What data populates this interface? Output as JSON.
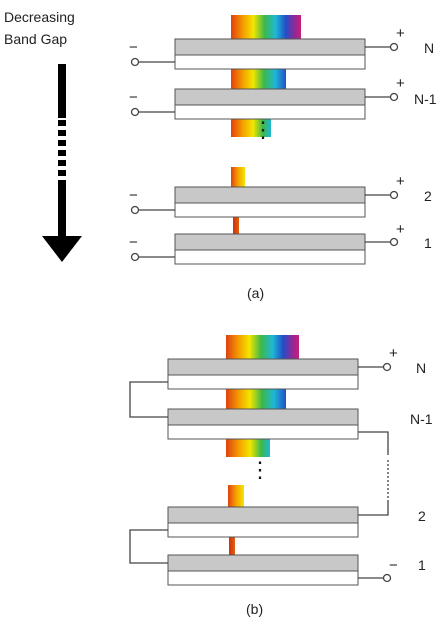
{
  "title_line1": "Decreasing",
  "title_line2": "Band Gap",
  "panel_a": {
    "caption": "(a)",
    "cell_labels": [
      "N",
      "N-1",
      "2",
      "1"
    ],
    "plus_sign": "+",
    "minus_sign": "−"
  },
  "panel_b": {
    "caption": "(b)",
    "cell_labels": [
      "N",
      "N-1",
      "2",
      "1"
    ],
    "plus_sign": "+",
    "minus_sign": "−"
  },
  "spectrum_colors": [
    "#e04010",
    "#f5a000",
    "#f2e600",
    "#3cb84a",
    "#1fb7d6",
    "#2050c8",
    "#8a2a9a",
    "#c81e78"
  ],
  "colors": {
    "cell_top": "#c8c8c8",
    "cell_border": "#555555",
    "wire": "#444444"
  }
}
